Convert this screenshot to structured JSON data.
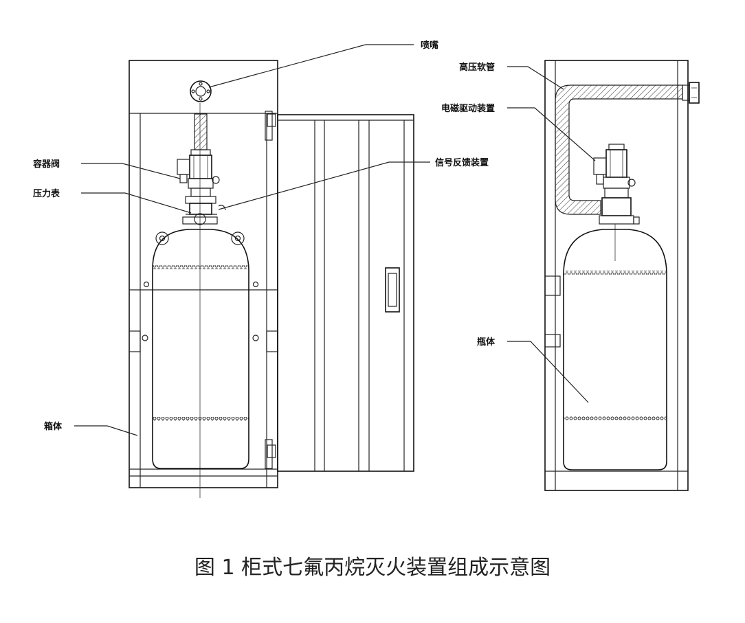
{
  "labels": {
    "nozzle": "喷嘴",
    "container_valve": "容器阀",
    "pressure_gauge": "压力表",
    "signal_feedback": "信号反馈装置",
    "cabinet": "箱体",
    "high_pressure_hose": "高压软管",
    "solenoid_driver": "电磁驱动装置",
    "cylinder": "瓶体"
  },
  "caption": "图 1 柜式七氟丙烷灭火装置组成示意图"
}
